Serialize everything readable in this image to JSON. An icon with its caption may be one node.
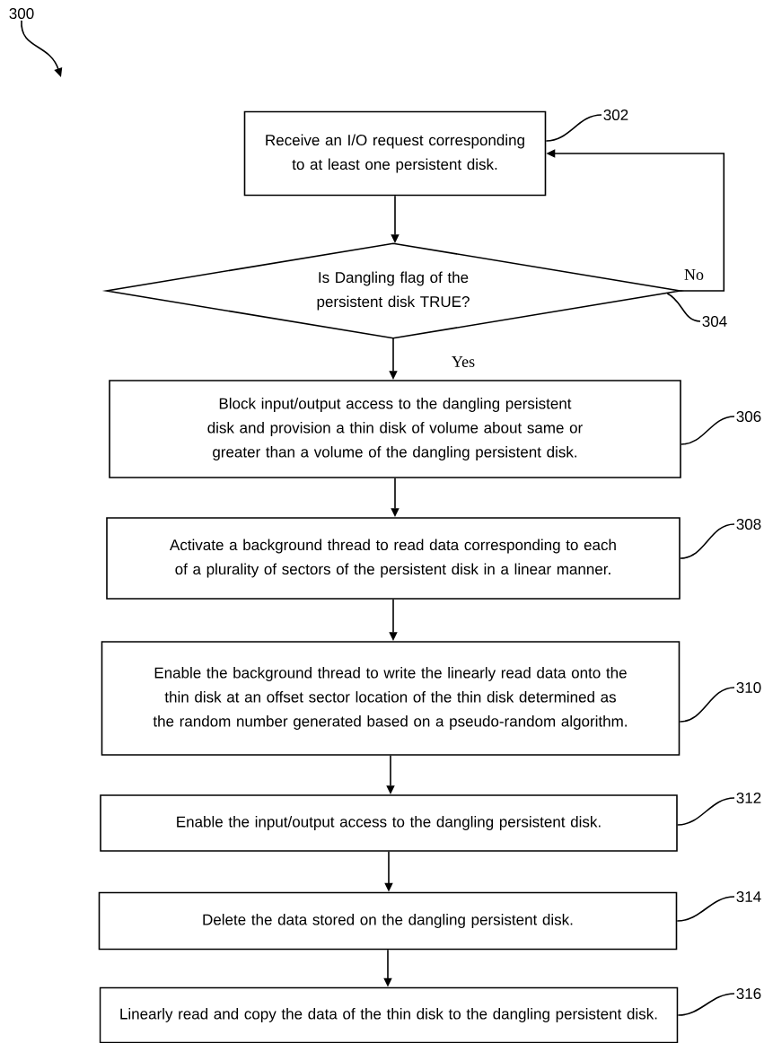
{
  "diagram": {
    "nodes": [
      {
        "text": [
          "Receive an I/O request corresponding to at least one persistent disk."
        ]
      },
      {
        "text": [
          "Is Dangling flag of the persistent disk TRUE?"
        ]
      },
      {
        "text": [
          "Block input/output access to the dangling persistent disk and provision a thin disk of volume about same or greater than a volume of the dangling persistent disk."
        ]
      },
      {
        "text": [
          "Activate a background thread to read data corresponding to each of a plurality of sectors of the persistent disk in a linear manner."
        ]
      },
      {
        "text": [
          "Enable the background thread to write the linearly read data onto the thin disk at an offset sector location of the thin disk determined as the random number generated based on a pseudo-random algorithm."
        ]
      },
      {
        "text": [
          "Enable the input/output access to the dangling persistent disk."
        ]
      },
      {
        "text": [
          "Delete the data stored on the dangling persistent disk."
        ]
      },
      {
        "text": [
          "Linearly read and copy the data of the thin disk to the dangling persistent disk."
        ]
      },
      {
        "text": [
          "300"
        ]
      },
      {
        "text": [
          "302"
        ]
      },
      {
        "text": [
          "304"
        ]
      },
      {
        "text": [
          "306"
        ]
      },
      {
        "text": [
          "308"
        ]
      },
      {
        "text": [
          "310"
        ]
      },
      {
        "text": [
          "312"
        ]
      },
      {
        "text": [
          "314"
        ]
      },
      {
        "text": [
          "316"
        ]
      }
    ],
    "edges": [
      {
        "from": 0,
        "to": 1,
        "arrow": "to"
      },
      {
        "from": 1,
        "to": 2,
        "arrow": "to",
        "label": "Yes"
      },
      {
        "from": 1,
        "to": 0,
        "arrow": "to",
        "label": "No"
      },
      {
        "from": 2,
        "to": 3,
        "arrow": "to"
      },
      {
        "from": 3,
        "to": 4,
        "arrow": "to"
      },
      {
        "from": 4,
        "to": 5,
        "arrow": "to"
      },
      {
        "from": 5,
        "to": 6,
        "arrow": "to"
      },
      {
        "from": 6,
        "to": 7,
        "arrow": "to"
      },
      {
        "from": 8,
        "to": null,
        "arrow": "to"
      },
      {
        "from": 9,
        "to": 0,
        "arrow": "none"
      },
      {
        "from": 10,
        "to": 1,
        "arrow": "none"
      },
      {
        "from": 11,
        "to": 2,
        "arrow": "none"
      },
      {
        "from": 12,
        "to": 3,
        "arrow": "none"
      },
      {
        "from": 13,
        "to": 4,
        "arrow": "none"
      },
      {
        "from": 14,
        "to": 5,
        "arrow": "none"
      },
      {
        "from": 15,
        "to": 6,
        "arrow": "none"
      },
      {
        "from": 16,
        "to": 7,
        "arrow": "none"
      }
    ]
  }
}
